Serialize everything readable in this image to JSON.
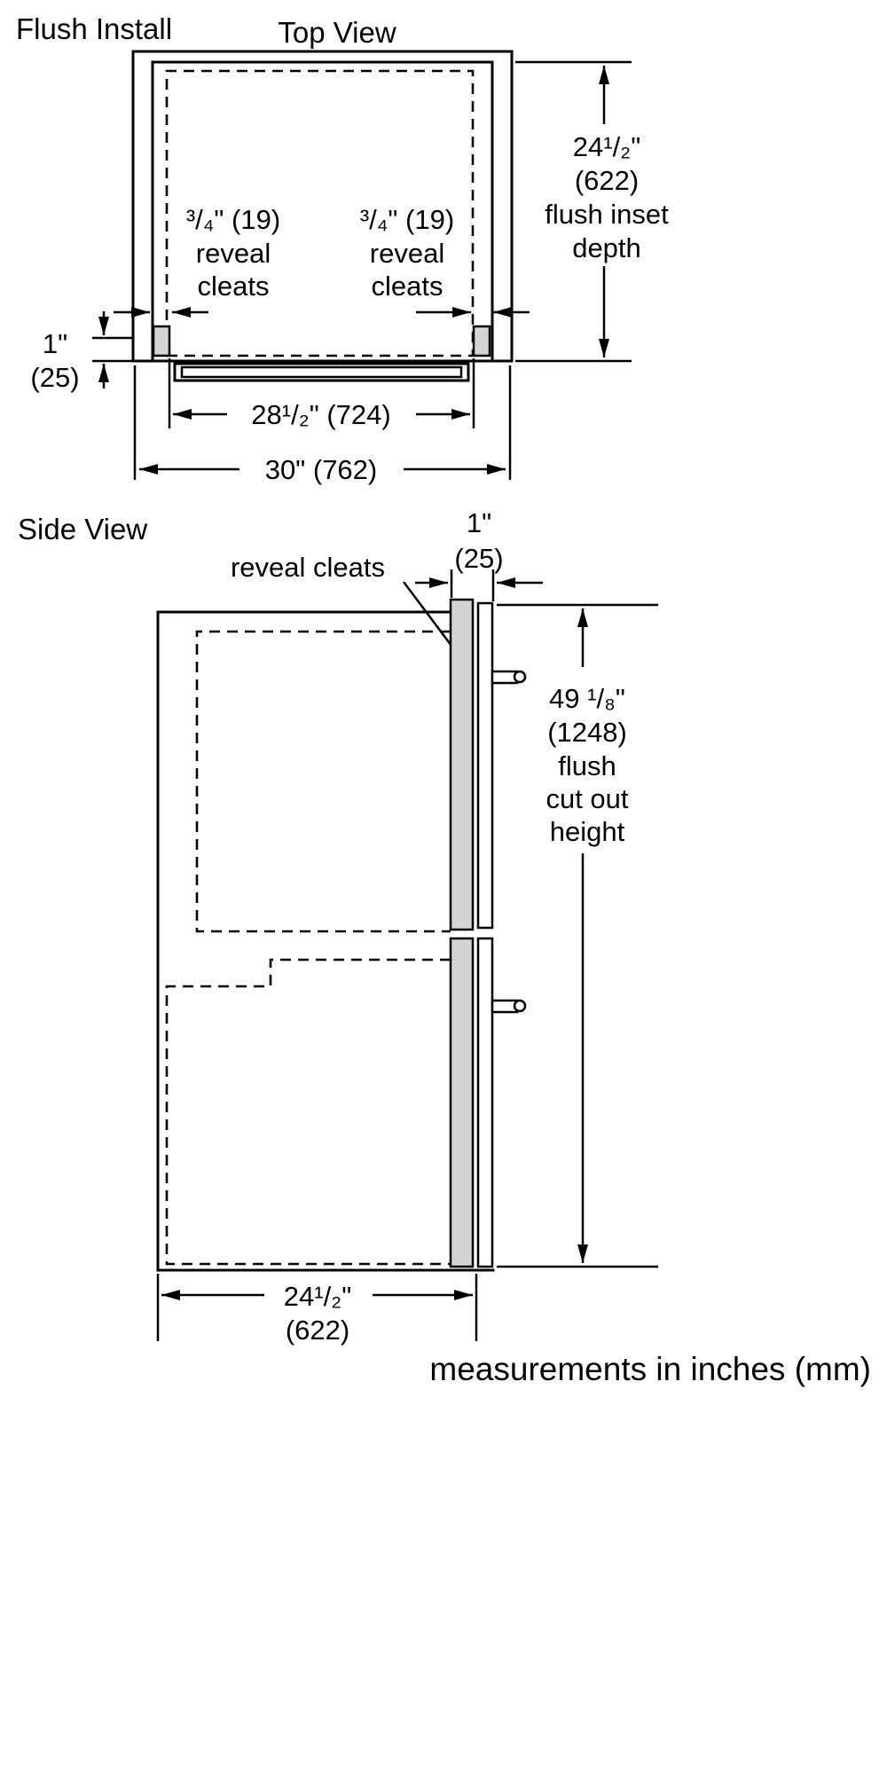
{
  "colors": {
    "cleat_fill": "#d4d4d4",
    "line": "#000000"
  },
  "top_view": {
    "section_title": "Flush Install",
    "view_label": "Top View",
    "inset_depth": [
      "24¹/₂\"",
      "(622)",
      "flush inset",
      "depth"
    ],
    "cleat_note": [
      "³/₄\" (19)",
      "reveal",
      "cleats"
    ],
    "front_reveal": [
      "1\"",
      "(25)"
    ],
    "opening_width": "28¹/₂\" (724)",
    "overall_width": "30\" (762)"
  },
  "side_view": {
    "view_label": "Side View",
    "cleats_label": "reveal cleats",
    "cleat_thickness": [
      "1\"",
      "(25)"
    ],
    "cutout_height": [
      "49 ¹/₈\"",
      "(1248)",
      "flush",
      "cut out",
      "height"
    ],
    "depth": [
      "24¹/₂\"",
      "(622)"
    ]
  },
  "footer": {
    "units_note": "measurements in inches (mm)"
  }
}
